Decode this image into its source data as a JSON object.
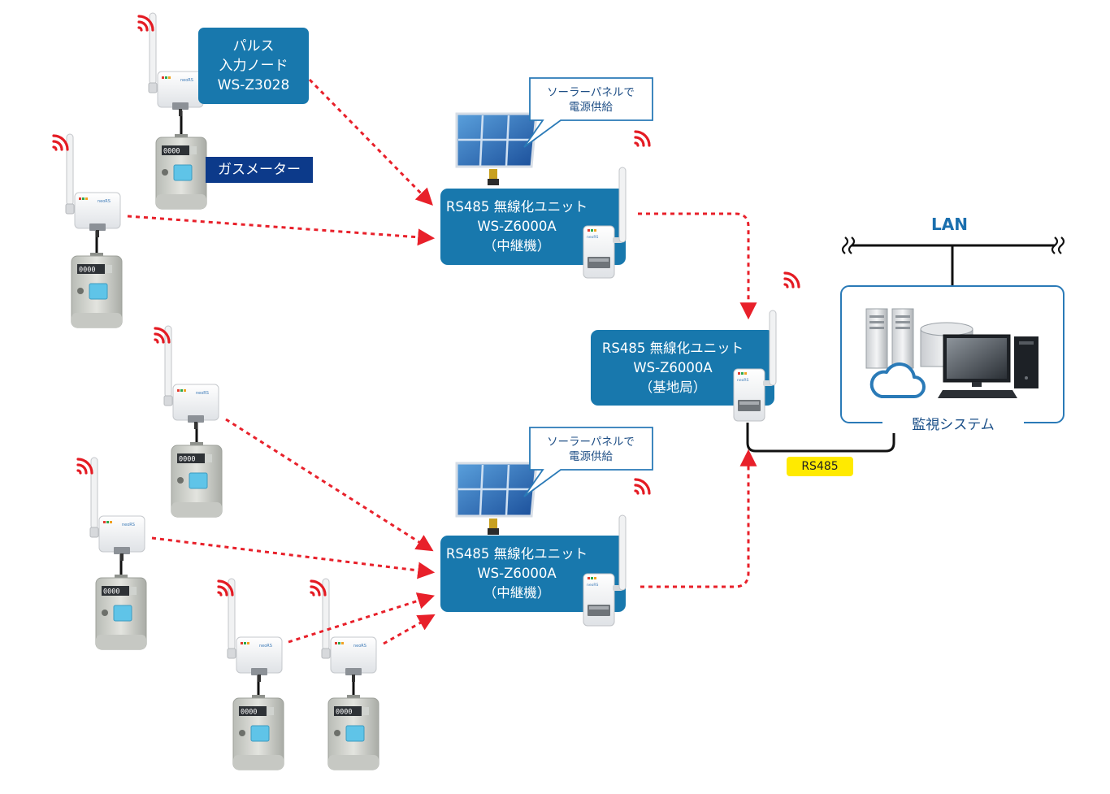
{
  "pulse_node": {
    "lines": [
      "パルス",
      "入力ノード",
      "WS-Z3028"
    ]
  },
  "gas_meter_label": "ガスメーター",
  "solar_callout": {
    "lines": [
      "ソーラーパネルで",
      "電源供給"
    ]
  },
  "relay_unit": {
    "lines": [
      "RS485 無線化ユニット",
      "WS-Z6000A",
      "（中継機）"
    ]
  },
  "base_unit": {
    "lines": [
      "RS485 無線化ユニット",
      "WS-Z6000A",
      "（基地局）"
    ]
  },
  "lan_label": "LAN",
  "monitoring_label": "監視システム",
  "rs485_label": "RS485",
  "colors": {
    "box": "#1878ad",
    "arrow": "#e8202a",
    "label_dark": "#0c3a8a",
    "badge": "#ffea00"
  }
}
